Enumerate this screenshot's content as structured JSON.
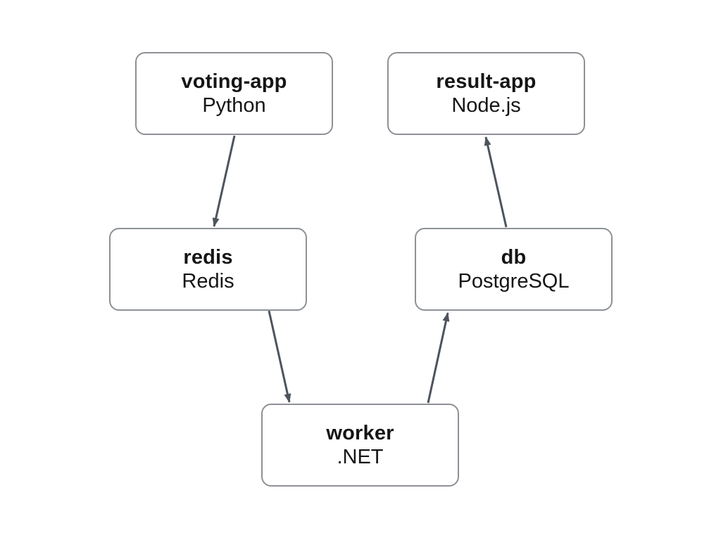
{
  "diagram": {
    "nodes": [
      {
        "id": "voting-app",
        "label": "voting-app",
        "sublabel": "Python"
      },
      {
        "id": "result-app",
        "label": "result-app",
        "sublabel": "Node.js"
      },
      {
        "id": "redis",
        "label": "redis",
        "sublabel": "Redis"
      },
      {
        "id": "db",
        "label": "db",
        "sublabel": "PostgreSQL"
      },
      {
        "id": "worker",
        "label": "worker",
        "sublabel": ".NET"
      }
    ],
    "edges": [
      {
        "from": "voting-app",
        "to": "redis"
      },
      {
        "from": "redis",
        "to": "worker"
      },
      {
        "from": "worker",
        "to": "db"
      },
      {
        "from": "db",
        "to": "result-app"
      }
    ],
    "colors": {
      "background": "#ffffff",
      "node_fill": "#ffffff",
      "node_border": "#8d9196",
      "arrow": "#4e545e",
      "text": "#151515"
    }
  }
}
